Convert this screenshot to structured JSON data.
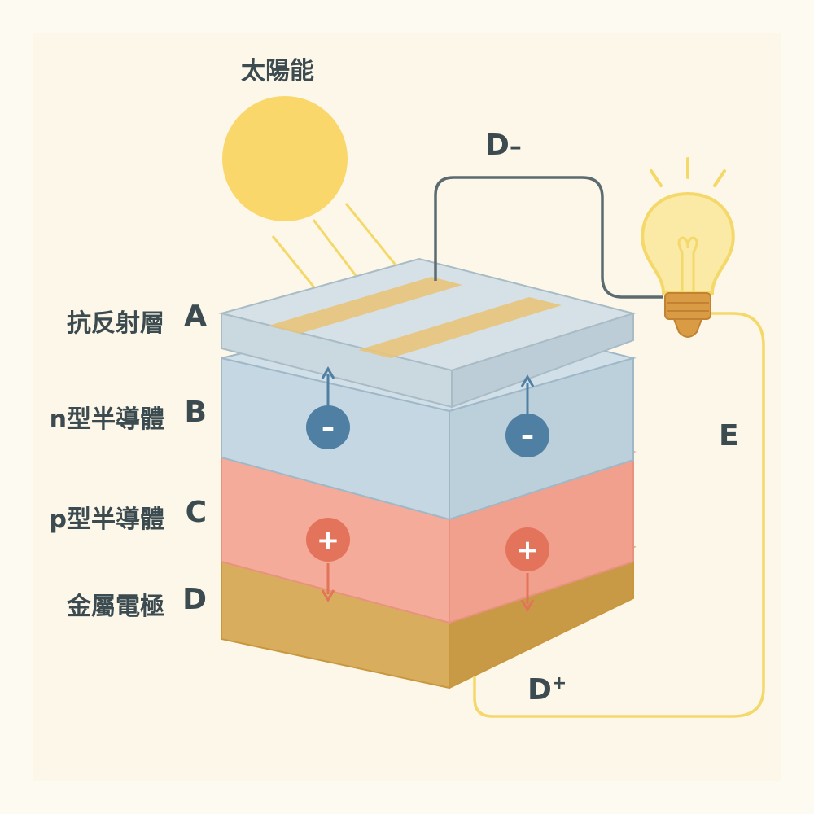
{
  "title": "太陽能",
  "layers": [
    {
      "name": "抗反射層",
      "letter": "A"
    },
    {
      "name": "n型半導體",
      "letter": "B"
    },
    {
      "name": "p型半導體",
      "letter": "C"
    },
    {
      "name": "金屬電極",
      "letter": "D"
    }
  ],
  "wire_labels": {
    "negative": "D",
    "negative_sign": "–",
    "positive": "D",
    "positive_sign": "+",
    "circuit": "E"
  },
  "charges": {
    "electron": "–",
    "hole": "+"
  },
  "colors": {
    "sun": "#f9d76a",
    "anti_reflective": "#c9d6dc",
    "n_type": "#bfd3df",
    "p_type": "#f2a898",
    "electrode": "#d7aa5c",
    "electron": "#4f7fa3",
    "hole": "#e3735a",
    "wire_dark": "#5b6b70",
    "wire_yellow": "#f4d86a",
    "text": "#3b4b50"
  },
  "icons": [
    "sun-icon",
    "light-bulb-icon",
    "electron-icon",
    "hole-icon"
  ]
}
